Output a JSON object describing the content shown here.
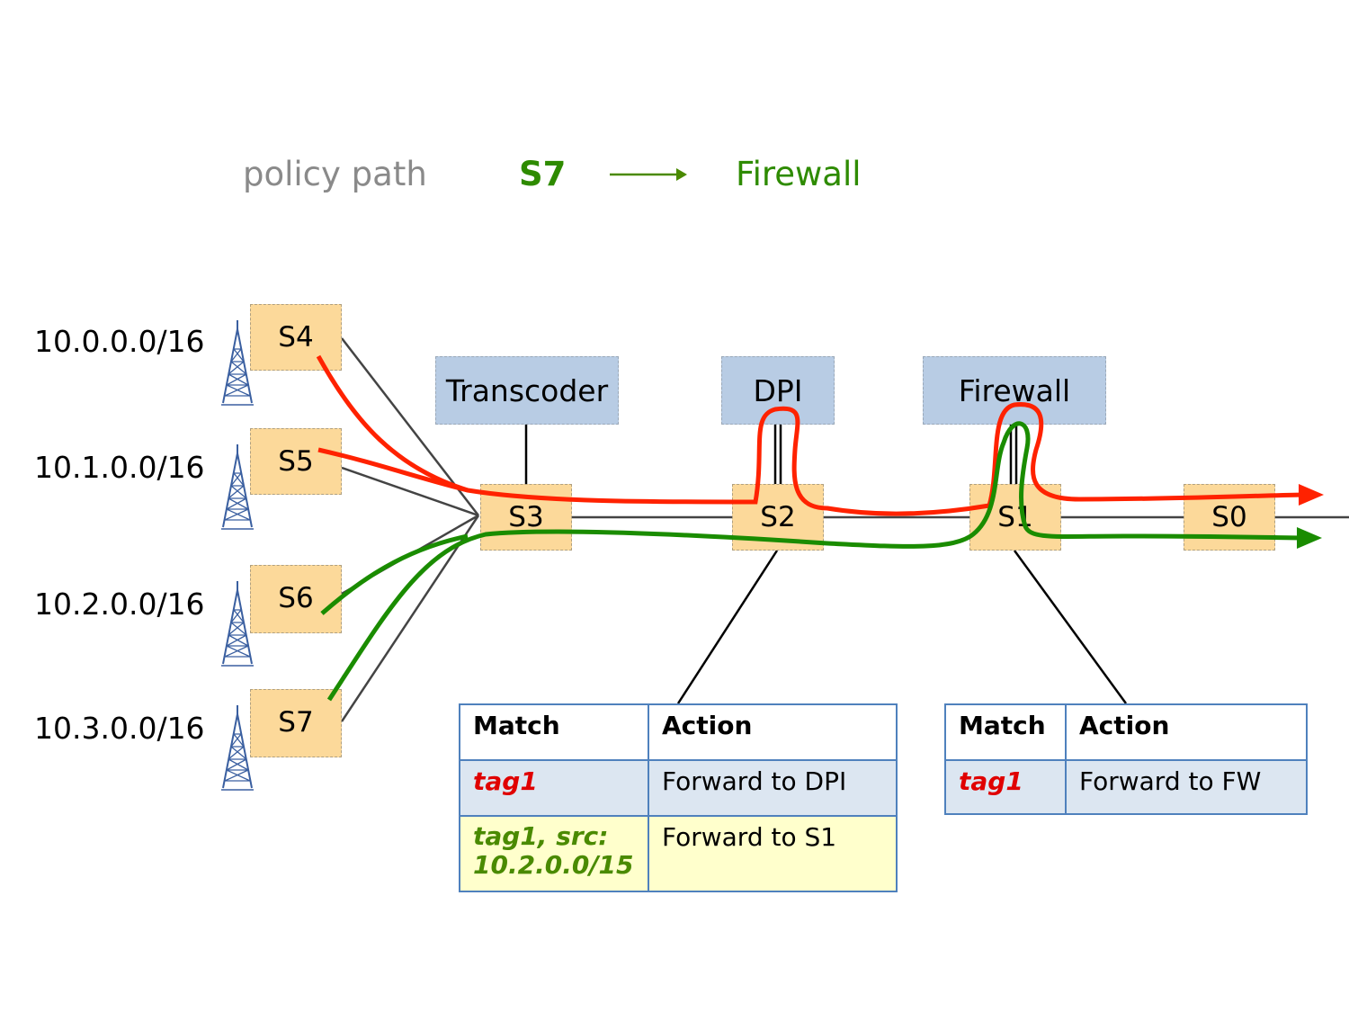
{
  "legend": {
    "label": "policy path",
    "from": "S7",
    "to": "Firewall"
  },
  "subnets": [
    "10.0.0.0/16",
    "10.1.0.0/16",
    "10.2.0.0/16",
    "10.3.0.0/16"
  ],
  "switches": {
    "s4": "S4",
    "s5": "S5",
    "s6": "S6",
    "s7": "S7",
    "s3": "S3",
    "s2": "S2",
    "s1": "S1",
    "s0": "S0"
  },
  "middleboxes": {
    "transcoder": "Transcoder",
    "dpi": "DPI",
    "firewall": "Firewall"
  },
  "table_s2": {
    "header": [
      "Match",
      "Action"
    ],
    "rows": [
      {
        "match": "tag1",
        "action": "Forward to DPI"
      },
      {
        "match": "tag1, src: 10.2.0.0/15",
        "action": "Forward to S1"
      }
    ]
  },
  "table_s1": {
    "header": [
      "Match",
      "Action"
    ],
    "rows": [
      {
        "match": "tag1",
        "action": "Forward to FW"
      }
    ]
  },
  "colors": {
    "red_path": "#ff2200",
    "green_path": "#1a8c00",
    "switch_fill": "#fcd99a",
    "middlebox_fill": "#b8cce4",
    "tower": "#3a5fa0"
  }
}
